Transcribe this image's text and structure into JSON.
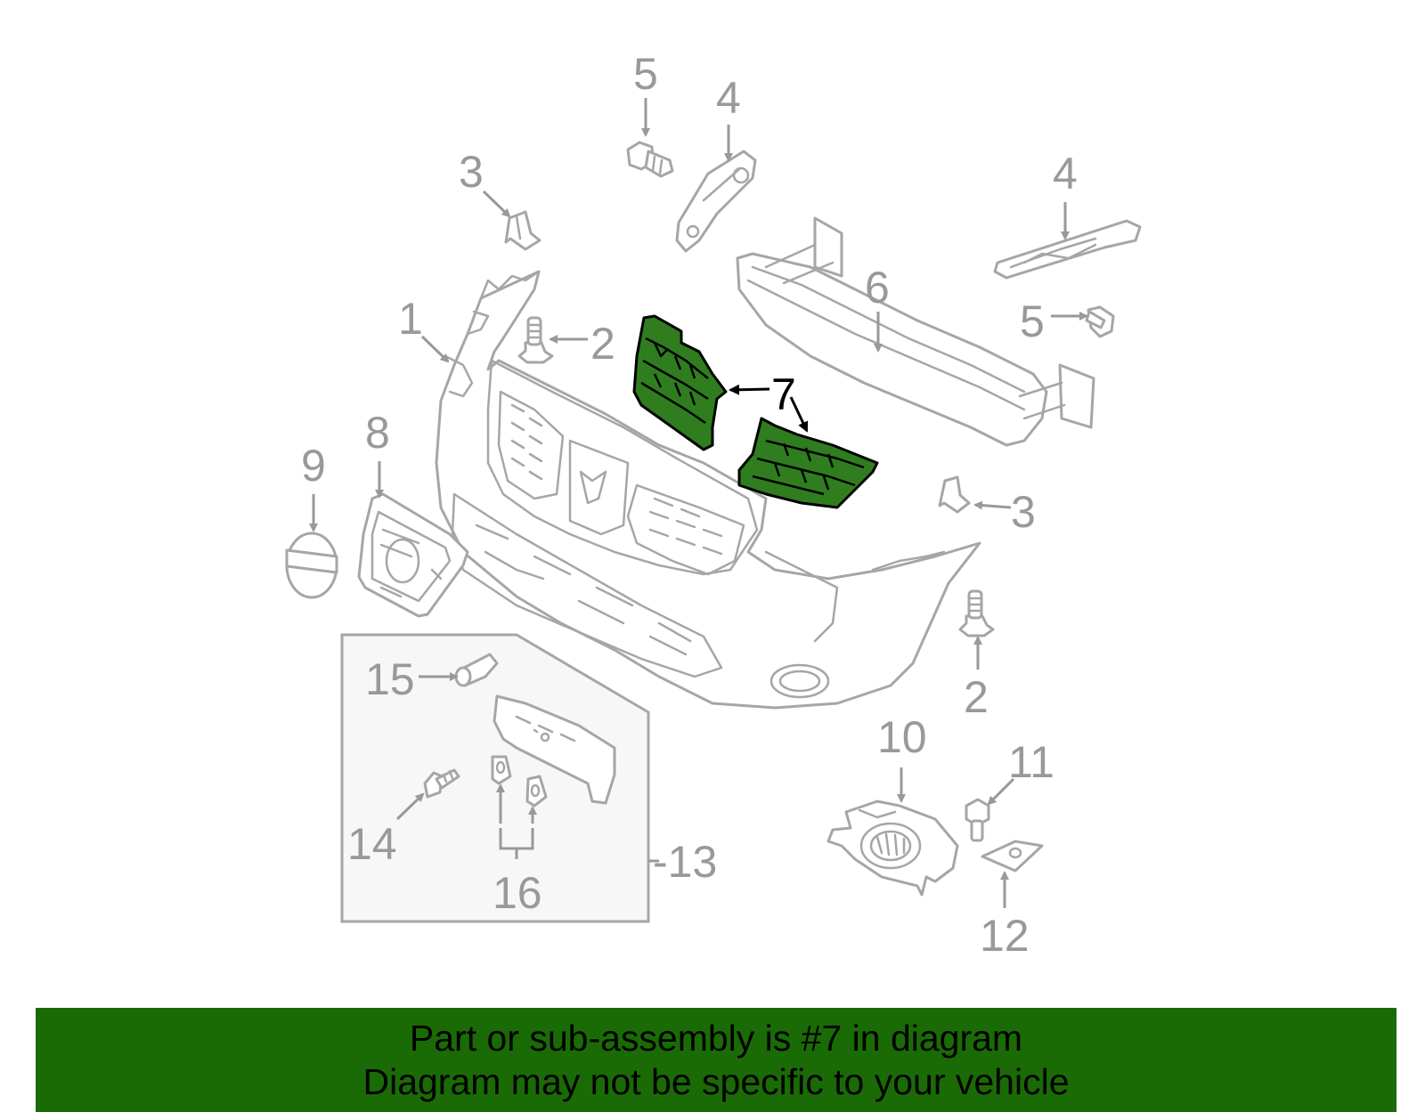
{
  "callouts": {
    "c1": "1",
    "c2a": "2",
    "c2b": "2",
    "c3a": "3",
    "c3b": "3",
    "c4a": "4",
    "c4b": "4",
    "c5a": "5",
    "c5b": "5",
    "c6": "6",
    "c7": "7",
    "c8": "8",
    "c9": "9",
    "c10": "10",
    "c11": "11",
    "c12": "12",
    "c13": "-13",
    "c14": "14",
    "c15": "15",
    "c16": "16"
  },
  "highlight_color": "#2f7d1f",
  "banner": {
    "line1": "Part or sub-assembly is #7 in diagram",
    "line2": "Diagram may not be specific to your vehicle",
    "background": "#1a6b05"
  }
}
